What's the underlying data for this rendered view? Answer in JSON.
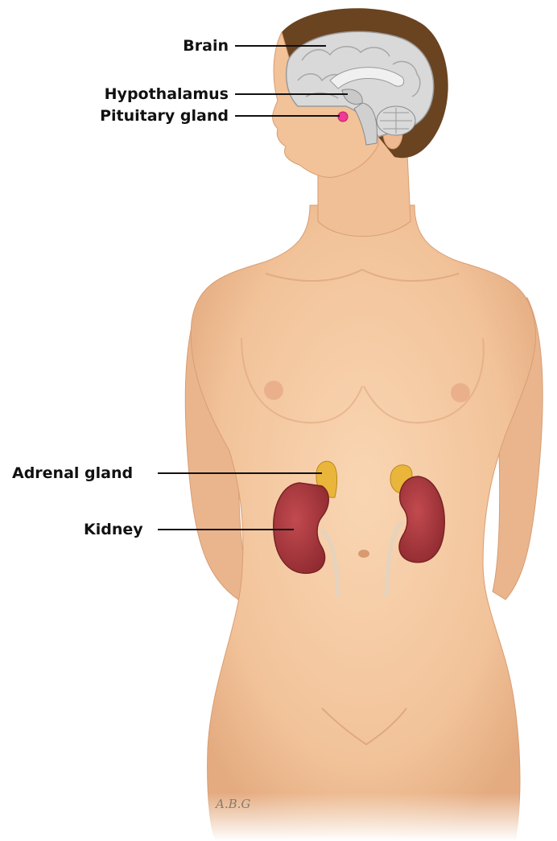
{
  "labels": {
    "brain": "Brain",
    "hypothalamus": "Hypothalamus",
    "pituitary": "Pituitary gland",
    "adrenal": "Adrenal gland",
    "kidney": "Kidney"
  },
  "signature": "A.B.G",
  "colors": {
    "skin": "#f4c9a2",
    "skin_shadow": "#e3ac80",
    "hair": "#6a4320",
    "brain": "#d9d9d9",
    "kidney": "#a8393d",
    "adrenal": "#e9b53a",
    "pituitary": "#f03a93",
    "leader_line": "#111111"
  }
}
